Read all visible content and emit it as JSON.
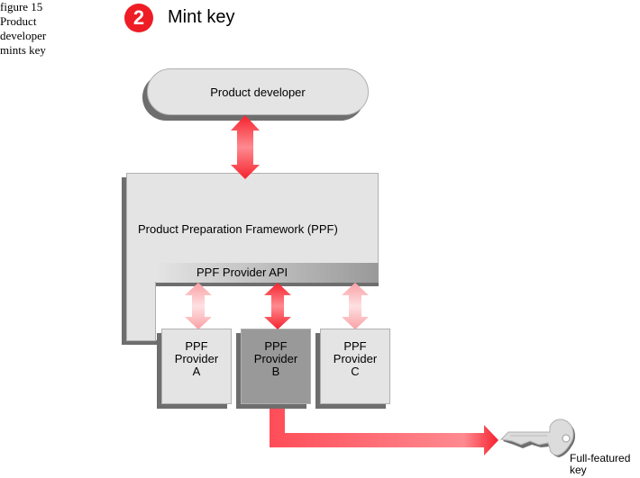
{
  "caption": {
    "lines": [
      "figure 15",
      "Product",
      "developer",
      "mints key"
    ]
  },
  "step": {
    "number": "2",
    "title": "Mint key",
    "badge_color": "#ee1c25"
  },
  "nodes": {
    "product_developer": "Product developer",
    "framework": "Product Preparation Framework (PPF)",
    "provider_api": "PPF Provider API",
    "providers": [
      {
        "line1": "PPF",
        "line2": "Provider",
        "line3": "A",
        "selected": false
      },
      {
        "line1": "PPF",
        "line2": "Provider",
        "line3": "B",
        "selected": true
      },
      {
        "line1": "PPF",
        "line2": "Provider",
        "line3": "C",
        "selected": false
      }
    ],
    "key": {
      "line1": "Full-featured",
      "line2": "key",
      "icon": "key-icon"
    }
  },
  "colors": {
    "arrow_active": "#f5222d",
    "arrow_inactive": "#f9a0a4",
    "box_fill": "#e4e4e4",
    "box_selected_fill": "#999999",
    "shadow": "#6e6e6e"
  }
}
